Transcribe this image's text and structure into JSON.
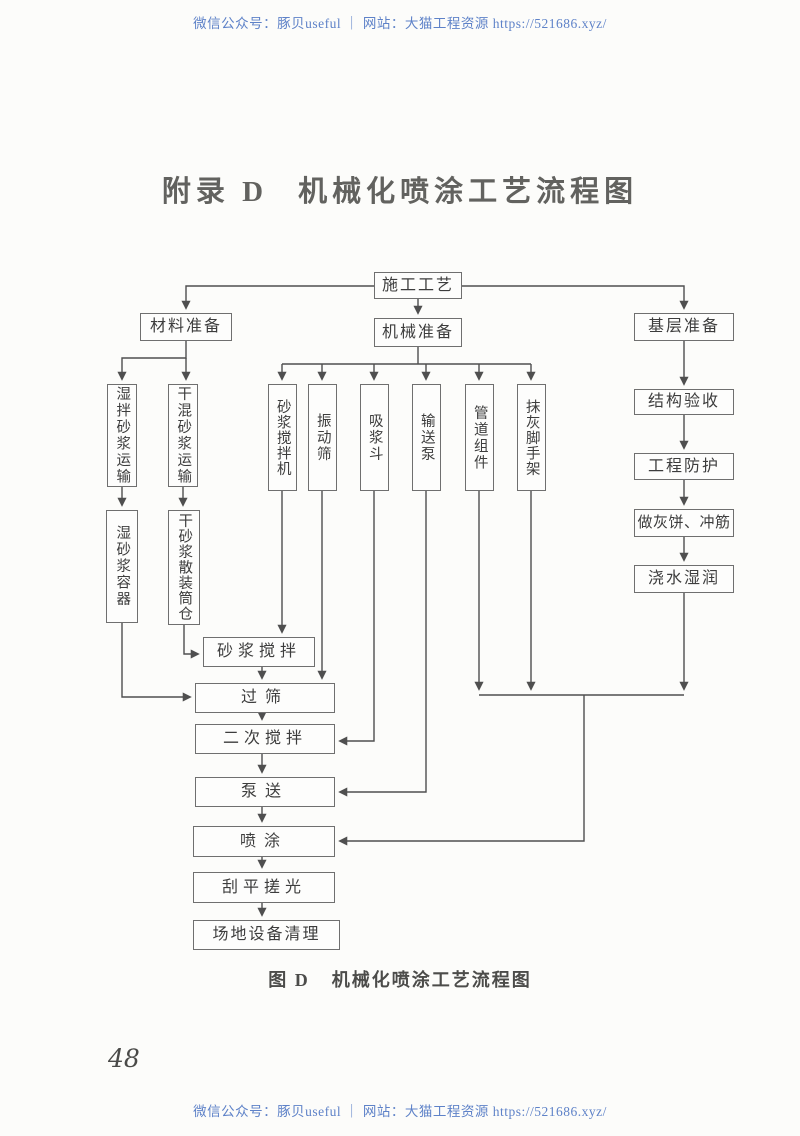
{
  "page": {
    "header_text": "微信公众号：豚贝useful ｜ 网站：大猫工程资源 https://521686.xyz/",
    "footer_text": "微信公众号：豚贝useful ｜ 网站：大猫工程资源 https://521686.xyz/",
    "page_number": "48"
  },
  "title": {
    "prefix": "附录 D",
    "main": "机械化喷涂工艺流程图"
  },
  "caption": {
    "prefix": "图 D",
    "main": "机械化喷涂工艺流程图"
  },
  "colors": {
    "link_blue": "#5e82c8",
    "line_gray": "#4f4f4f",
    "box_border": "#6f6f6f",
    "text_dark": "#3d3d3d",
    "page_bg": "#fcfcfa"
  },
  "flowchart": {
    "nodes": {
      "shigong": {
        "label": "施工工艺"
      },
      "cailiao": {
        "label": "材料准备"
      },
      "jixie": {
        "label": "机械准备"
      },
      "jiceng": {
        "label": "基层准备"
      },
      "shibanyunshu": {
        "label": "湿拌砂浆运输"
      },
      "ganhunyunshu": {
        "label": "干混砂浆运输"
      },
      "shirongqi": {
        "label": "湿砂浆容器"
      },
      "gancang": {
        "label": "干砂浆散装筒仓"
      },
      "jiaobanji": {
        "label": "砂浆搅拌机"
      },
      "zhendongshai": {
        "label": "振动筛"
      },
      "xijiangdou": {
        "label": "吸浆斗"
      },
      "shusongbeng": {
        "label": "输送泵"
      },
      "guandao": {
        "label": "管道组件"
      },
      "jiaoshoujia": {
        "label": "抹灰脚手架"
      },
      "jiegou": {
        "label": "结构验收"
      },
      "fanghu": {
        "label": "工程防护"
      },
      "huibing": {
        "label": "做灰饼、冲筋"
      },
      "jiaoshui": {
        "label": "浇水湿润"
      },
      "jiaoban": {
        "label": "砂浆搅拌"
      },
      "guoshai": {
        "label": "过筛"
      },
      "erci": {
        "label": "二次搅拌"
      },
      "bengsong": {
        "label": "泵送"
      },
      "pentu": {
        "label": "喷涂"
      },
      "guaping": {
        "label": "刮平搓光"
      },
      "qingli": {
        "label": "场地设备清理"
      }
    },
    "edges": [
      {
        "from": "shigong",
        "to": "cailiao"
      },
      {
        "from": "shigong",
        "to": "jixie"
      },
      {
        "from": "shigong",
        "to": "jiceng"
      },
      {
        "from": "cailiao",
        "to": "shibanyunshu"
      },
      {
        "from": "cailiao",
        "to": "ganhunyunshu"
      },
      {
        "from": "shibanyunshu",
        "to": "shirongqi"
      },
      {
        "from": "ganhunyunshu",
        "to": "gancang"
      },
      {
        "from": "jixie",
        "to": "jiaobanji"
      },
      {
        "from": "jixie",
        "to": "zhendongshai"
      },
      {
        "from": "jixie",
        "to": "xijiangdou"
      },
      {
        "from": "jixie",
        "to": "shusongbeng"
      },
      {
        "from": "jixie",
        "to": "guandao"
      },
      {
        "from": "jixie",
        "to": "jiaoshoujia"
      },
      {
        "from": "jiceng",
        "to": "jiegou"
      },
      {
        "from": "jiegou",
        "to": "fanghu"
      },
      {
        "from": "fanghu",
        "to": "huibing"
      },
      {
        "from": "huibing",
        "to": "jiaoshui"
      },
      {
        "from": "gancang",
        "to": "jiaoban"
      },
      {
        "from": "jiaobanji",
        "to": "jiaoban"
      },
      {
        "from": "shirongqi",
        "to": "guoshai"
      },
      {
        "from": "zhendongshai",
        "to": "guoshai"
      },
      {
        "from": "jiaoban",
        "to": "guoshai"
      },
      {
        "from": "guoshai",
        "to": "erci"
      },
      {
        "from": "xijiangdou",
        "to": "erci"
      },
      {
        "from": "erci",
        "to": "bengsong"
      },
      {
        "from": "shusongbeng",
        "to": "bengsong"
      },
      {
        "from": "bengsong",
        "to": "pentu"
      },
      {
        "from": "guandao",
        "to": "pentu"
      },
      {
        "from": "jiaoshoujia",
        "to": "pentu"
      },
      {
        "from": "jiaoshui",
        "to": "pentu"
      },
      {
        "from": "pentu",
        "to": "guaping"
      },
      {
        "from": "guaping",
        "to": "qingli"
      }
    ]
  }
}
